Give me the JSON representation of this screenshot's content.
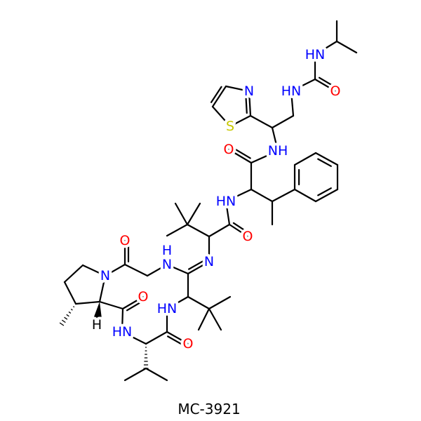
{
  "molecule": {
    "name": "MC-3921",
    "atom_labels": {
      "urea_nh_top": "HN",
      "urea_o": "O",
      "urea_nh_low": "HN",
      "thiazole_n": "N",
      "thiazole_s": "S",
      "amide1_nh": "NH",
      "amide1_o": "O",
      "amide2_nh": "HN",
      "amide2_o": "O",
      "imine_n": "N",
      "amidine_nh": "N",
      "amidine_h": "H",
      "gly_o": "O",
      "pro_n": "N",
      "pro_o": "O",
      "pro_h": "H",
      "val_nh": "HN",
      "val_o": "O",
      "tle_nh": "HN"
    }
  }
}
